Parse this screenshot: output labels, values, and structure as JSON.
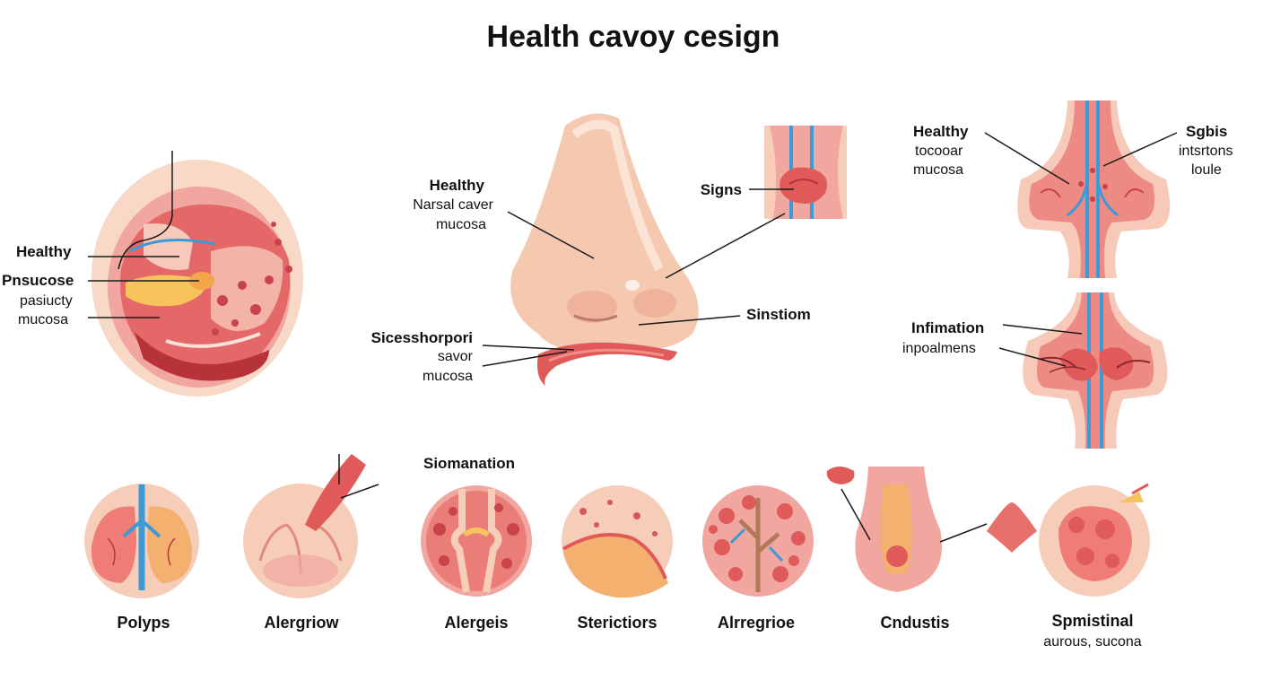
{
  "title": "Health cavoy cesign",
  "colors": {
    "tissue_light": "#f6cdb8",
    "tissue_pink": "#f2a6a0",
    "tissue_red": "#e05a5a",
    "mucosa_dark": "#b8323a",
    "vessel_blue": "#3c9ad6",
    "yellow": "#f6c35c",
    "skin": "#f5c8b0"
  },
  "panel_sinus": {
    "labels": {
      "healthy": "Healthy",
      "pnsucose": "Pnsucose",
      "pasiucty": "pasiucty",
      "mucosa": "mucosa"
    }
  },
  "panel_nose": {
    "labels": {
      "healthy": "Healthy",
      "narsal_caver": "Narsal caver",
      "mucosa_top": "mucosa",
      "signs": "Signs",
      "sinstiom": "Sinstiom",
      "sicesshorpori": "Sicesshorpori",
      "savor": "savor",
      "mucosa_bottom": "mucosa"
    }
  },
  "panel_right": {
    "labels": {
      "healthy": "Healthy",
      "tocooar": "tocooar",
      "mucosa": "mucosa",
      "sgbis": "Sgbis",
      "intsrtons": "intsrtons",
      "loule": "loule",
      "infimation": "Infimation",
      "inpoalmens": "inpoalmens"
    }
  },
  "bottom": {
    "heading": "Siomanation",
    "captions": [
      "Polyps",
      "Alergriow",
      "Alergeis",
      "Sterictiors",
      "Alrregrioe",
      "Cndustis",
      "Spmistinal"
    ],
    "caption_sub": "aurous, sucona"
  }
}
